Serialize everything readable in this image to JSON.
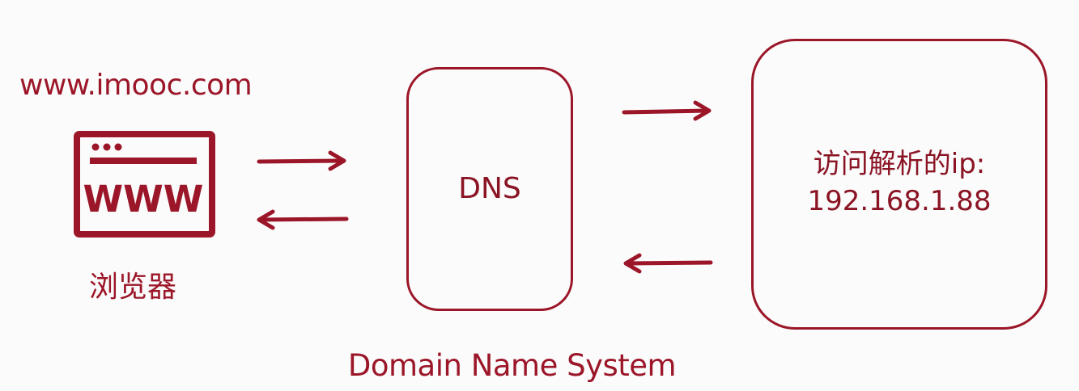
{
  "browser": {
    "url": "www.imooc.com",
    "icon_text": "WWW",
    "label": "浏览器"
  },
  "dns": {
    "label": "DNS"
  },
  "server": {
    "line1": "访问解析的ip:",
    "line2": "192.168.1.88"
  },
  "caption": "Domain Name System",
  "colors": {
    "accent": "#9b1628",
    "background": "#fbfbfb"
  }
}
